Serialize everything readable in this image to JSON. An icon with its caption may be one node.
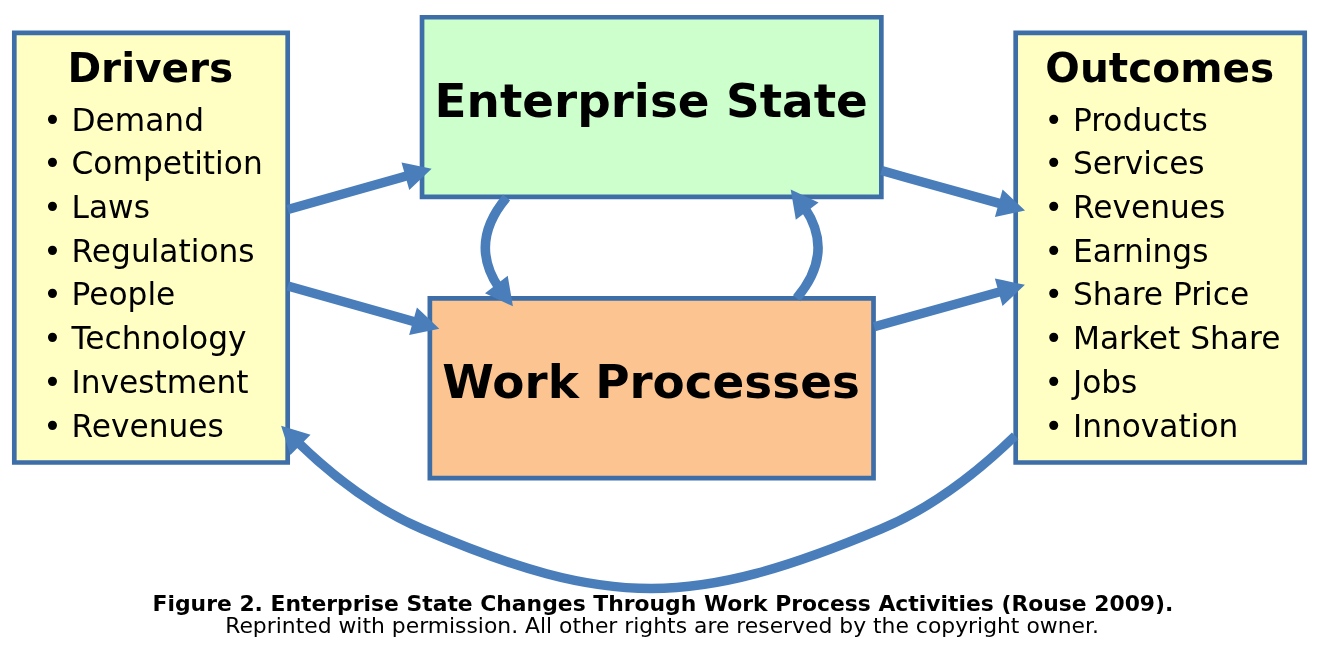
{
  "diagram": {
    "caption": "**Figure 2. Enterprise State Changes Through Work Process Activities (Rouse 2009).** Reprinted with permission. All other rights are reserved by the copyright owner.",
    "nodes": [
      {
        "text": [
          "Drivers",
          "• Demand",
          "• Competition",
          "• Laws",
          "• Regulations",
          "• People",
          "• Technology",
          "• Investment",
          "• Revenues"
        ]
      },
      {
        "text": [
          "Enterprise State"
        ]
      },
      {
        "text": [
          "Work Processes"
        ]
      },
      {
        "text": [
          "Outcomes",
          "• Products",
          "• Services",
          "• Revenues",
          "• Earnings",
          "• Share Price",
          "• Market Share",
          "• Jobs",
          "• Innovation"
        ]
      }
    ],
    "edges": [
      {
        "from": 0,
        "to": 1,
        "arrow": "to"
      },
      {
        "from": 0,
        "to": 2,
        "arrow": "to"
      },
      {
        "from": 1,
        "to": 3,
        "arrow": "to"
      },
      {
        "from": 2,
        "to": 3,
        "arrow": "to"
      },
      {
        "from": 2,
        "to": 1,
        "arrow": "to"
      },
      {
        "from": 1,
        "to": 2,
        "arrow": "to"
      },
      {
        "from": 3,
        "to": 0,
        "arrow": "to"
      }
    ]
  }
}
